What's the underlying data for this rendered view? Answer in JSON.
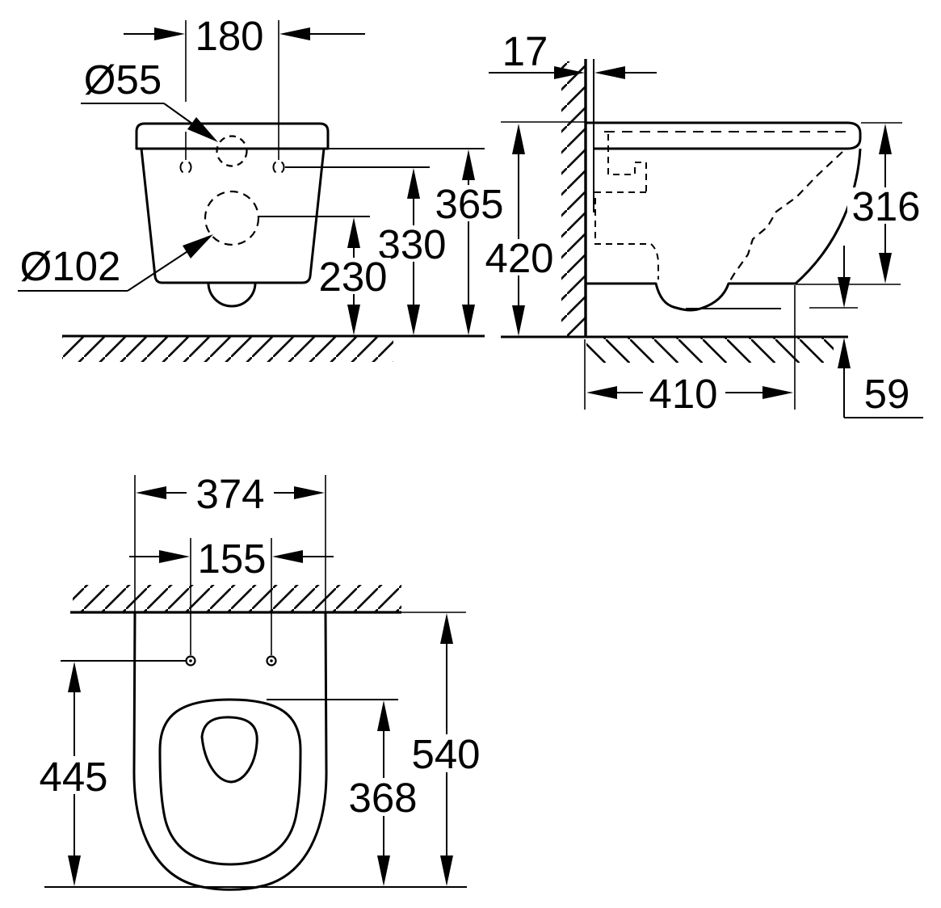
{
  "colors": {
    "line": "#000000",
    "background": "#ffffff"
  },
  "views": {
    "front": {
      "hole_spacing": "180",
      "flush_hole_diameter": "Ø55",
      "outlet_diameter": "Ø102",
      "rim_height": "365",
      "hole_height": "330",
      "outlet_height": "230"
    },
    "side": {
      "wall_offset": "17",
      "total_height": "420",
      "bowl_height": "316",
      "depth": "410",
      "bottom_clearance": "59"
    },
    "plan": {
      "overall_width": "374",
      "hole_spacing": "155",
      "hole_to_front": "445",
      "seat_opening_depth": "368",
      "overall_depth": "540"
    }
  }
}
